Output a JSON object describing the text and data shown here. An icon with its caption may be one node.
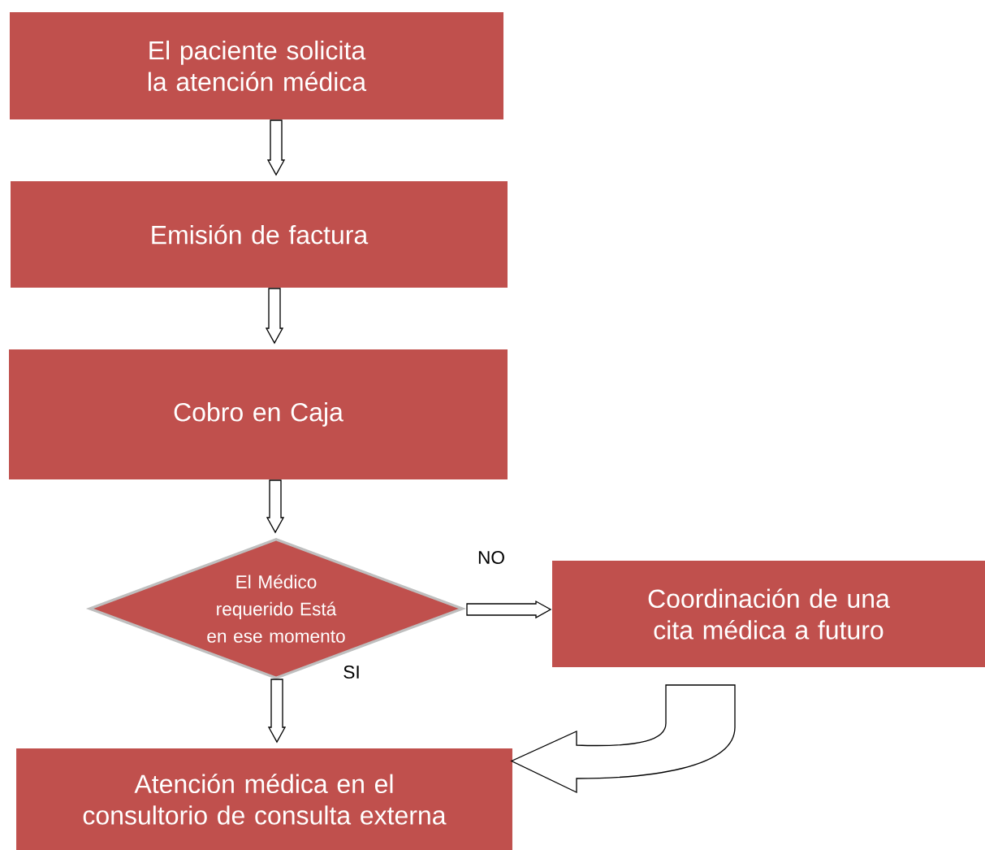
{
  "diagram": {
    "nodes": [
      {
        "text": [
          "El paciente solicita la atención médica"
        ]
      },
      {
        "text": [
          "Emisión de factura"
        ]
      },
      {
        "text": [
          "Cobro en Caja"
        ]
      },
      {
        "text": [
          "El Médico requerido Está en ese momento"
        ]
      },
      {
        "text": [
          "Coordinación de una cita médica a futuro"
        ]
      },
      {
        "text": [
          "Atención médica en el consultorio de consulta externa"
        ]
      }
    ],
    "edges": [
      {
        "from": 0,
        "to": 1,
        "arrow": "to"
      },
      {
        "from": 1,
        "to": 2,
        "arrow": "to"
      },
      {
        "from": 2,
        "to": 3,
        "arrow": "to"
      },
      {
        "from": 3,
        "to": 4,
        "arrow": "to",
        "label": "NO"
      },
      {
        "from": 3,
        "to": 5,
        "arrow": "to",
        "label": "SI"
      },
      {
        "from": 4,
        "to": 5,
        "arrow": "to"
      }
    ]
  }
}
